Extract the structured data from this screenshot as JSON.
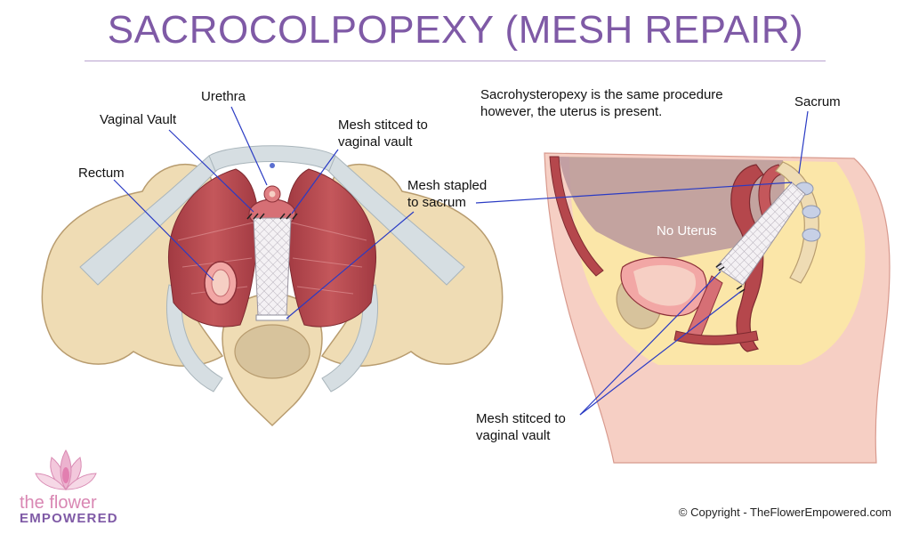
{
  "title": "SACROCOLPOPEXY (MESH REPAIR)",
  "left_labels": {
    "urethra": "Urethra",
    "vaginal_vault": "Vaginal Vault",
    "mesh_stitched_line1": "Mesh stitced to",
    "mesh_stitched_line2": "vaginal vault",
    "rectum": "Rectum",
    "mesh_stapled_line1": "Mesh stapled",
    "mesh_stapled_line2": "to sacrum"
  },
  "right_labels": {
    "note_line1": "Sacrohysteropexy is the same procedure",
    "note_line2": "however, the uterus is present.",
    "sacrum": "Sacrum",
    "no_uterus": "No Uterus",
    "mesh_stitched_line1": "Mesh stitced to",
    "mesh_stitched_line2": "vaginal vault"
  },
  "brand": {
    "line1": "the flower",
    "line2": "EMPOWERED"
  },
  "copyright": "© Copyright - TheFlowerEmpowered.com",
  "colors": {
    "title": "#7f5aa6",
    "leader_line": "#2a3bc4",
    "bone": "#efdcb4",
    "muscle": "#b5474c",
    "skin": "#f6cfc4",
    "fat": "#fbe6a8",
    "ligament": "#d6dee2"
  }
}
